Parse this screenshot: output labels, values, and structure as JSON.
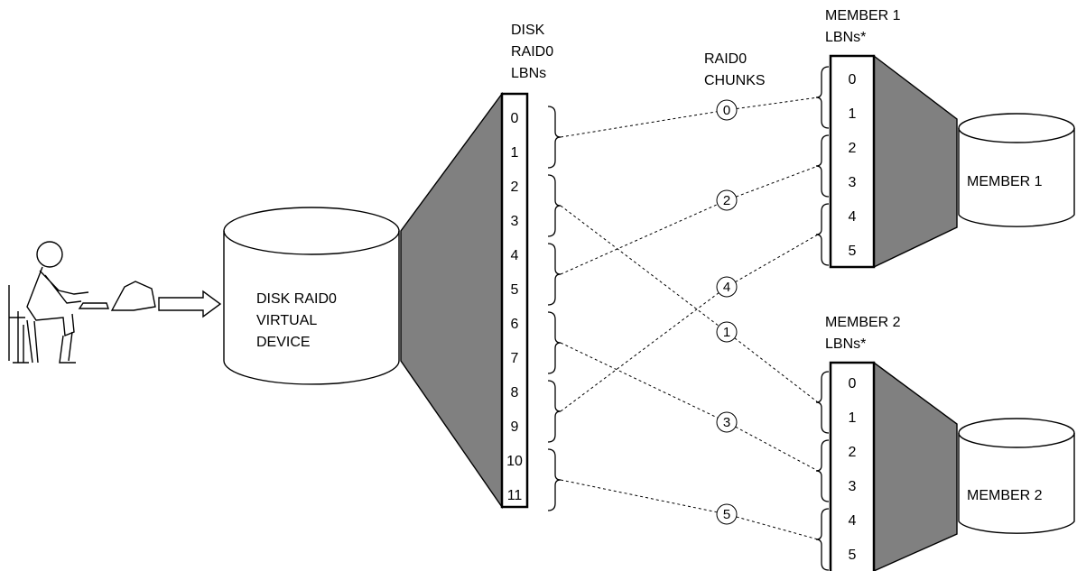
{
  "labels": {
    "disk_raid0_lbns": [
      "DISK",
      "RAID0",
      "LBNs"
    ],
    "raid0_chunks": [
      "RAID0",
      "CHUNKS"
    ],
    "member1_lbns": [
      "MEMBER 1",
      "LBNs*"
    ],
    "member2_lbns": [
      "MEMBER 2",
      "LBNs*"
    ],
    "virtual_device": [
      "DISK RAID0",
      "VIRTUAL",
      "DEVICE"
    ],
    "member1_disk": "MEMBER 1",
    "member2_disk": "MEMBER 2"
  },
  "virtual_lbns": [
    "0",
    "1",
    "2",
    "3",
    "4",
    "5",
    "6",
    "7",
    "8",
    "9",
    "10",
    "11"
  ],
  "member1_cells": [
    "0",
    "1",
    "2",
    "3",
    "4",
    "5"
  ],
  "member2_cells": [
    "0",
    "1",
    "2",
    "3",
    "4",
    "5"
  ],
  "chunks": [
    {
      "number": "0",
      "from_group": 0,
      "member": 1,
      "member_group": 0
    },
    {
      "number": "1",
      "from_group": 1,
      "member": 2,
      "member_group": 0
    },
    {
      "number": "2",
      "from_group": 2,
      "member": 1,
      "member_group": 1
    },
    {
      "number": "3",
      "from_group": 3,
      "member": 2,
      "member_group": 1
    },
    {
      "number": "4",
      "from_group": 4,
      "member": 1,
      "member_group": 2
    },
    {
      "number": "5",
      "from_group": 5,
      "member": 2,
      "member_group": 2
    }
  ],
  "colors": {
    "funnel": "#808080",
    "stroke": "#000000",
    "background": "#ffffff"
  }
}
